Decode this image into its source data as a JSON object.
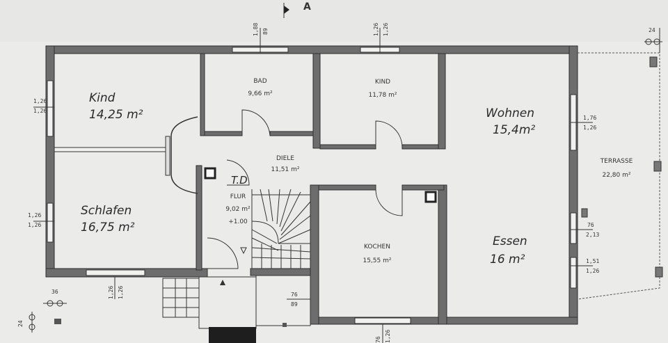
{
  "section_marker": "A",
  "rooms": {
    "kind1": {
      "name": "Kind",
      "area": "14,25 m²"
    },
    "schlafen": {
      "name": "Schlafen",
      "area": "16,75 m²"
    },
    "bad": {
      "name": "BAD",
      "area": "9,66 m²"
    },
    "kind2": {
      "name": "KIND",
      "area": "11,78 m²"
    },
    "diele": {
      "name": "DIELE",
      "area": "11,51 m²"
    },
    "flur": {
      "name": "FLUR",
      "area": "9,02 m²",
      "level": "+1.00",
      "note": "T.D"
    },
    "kochen": {
      "name": "KOCHEN",
      "area": "15,55 m²"
    },
    "wohnen": {
      "name": "Wohnen",
      "area": "15,4m²"
    },
    "essen": {
      "name": "Essen",
      "area": "16 m²"
    },
    "terrasse": {
      "name": "TERRASSE",
      "area": "22,80 m²"
    }
  },
  "dimensions": {
    "top_bad_a": "1,88",
    "top_bad_b": "89",
    "top_kind_a": "1,26",
    "top_kind_b": "1,26",
    "top_right": "24",
    "left_kind_a": "1,26",
    "left_kind_b": "1,26",
    "left_schlafen_a": "1,26",
    "left_schlafen_b": "1,26",
    "right_wohnen_a": "1,76",
    "right_wohnen_b": "1,26",
    "right_essen1_a": "76",
    "right_essen1_b": "2,13",
    "right_essen2_a": "1,51",
    "right_essen2_b": "1,26",
    "bottom_left_36": "36",
    "bottom_left_24": "24",
    "bottom_schlafen_a": "1,26",
    "bottom_schlafen_b": "1,26",
    "bottom_entry_a": "76",
    "bottom_entry_b": "89",
    "bottom_kochen_a": "76",
    "bottom_kochen_b": "1,26"
  }
}
